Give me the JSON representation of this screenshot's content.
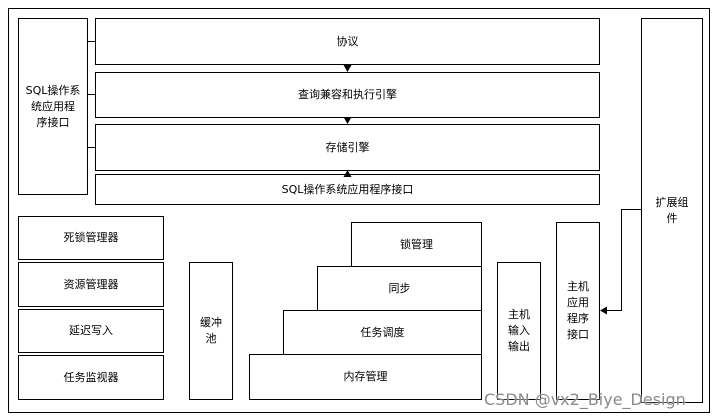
{
  "colors": {
    "stroke": "#000000",
    "background": "#ffffff",
    "watermark": "#8a8a8a"
  },
  "diagram": {
    "sql_os_api_side": {
      "lines": [
        "SQL操作系",
        "统应用程",
        "序接口"
      ]
    },
    "layers": [
      {
        "label": "协议"
      },
      {
        "label": "查询兼容和执行引擎"
      },
      {
        "label": "存储引擎"
      },
      {
        "label": "SQL操作系统应用程序接口"
      }
    ],
    "extension": {
      "lines": [
        "扩展组",
        "件"
      ]
    },
    "managers": [
      {
        "label": "死锁管理器"
      },
      {
        "label": "资源管理器"
      },
      {
        "label": "延迟写入"
      },
      {
        "label": "任务监视器"
      }
    ],
    "buffer_pool": {
      "lines": [
        "缓冲",
        "池"
      ]
    },
    "stairs": [
      {
        "label": "锁管理"
      },
      {
        "label": "同步"
      },
      {
        "label": "任务调度"
      },
      {
        "label": "内存管理"
      }
    ],
    "host_io": {
      "lines": [
        "主机",
        "输入",
        "输出"
      ]
    },
    "host_api": {
      "lines": [
        "主机",
        "应用",
        "程序",
        "接口"
      ]
    }
  },
  "watermark": "CSDN @vx2_Biye_Design"
}
